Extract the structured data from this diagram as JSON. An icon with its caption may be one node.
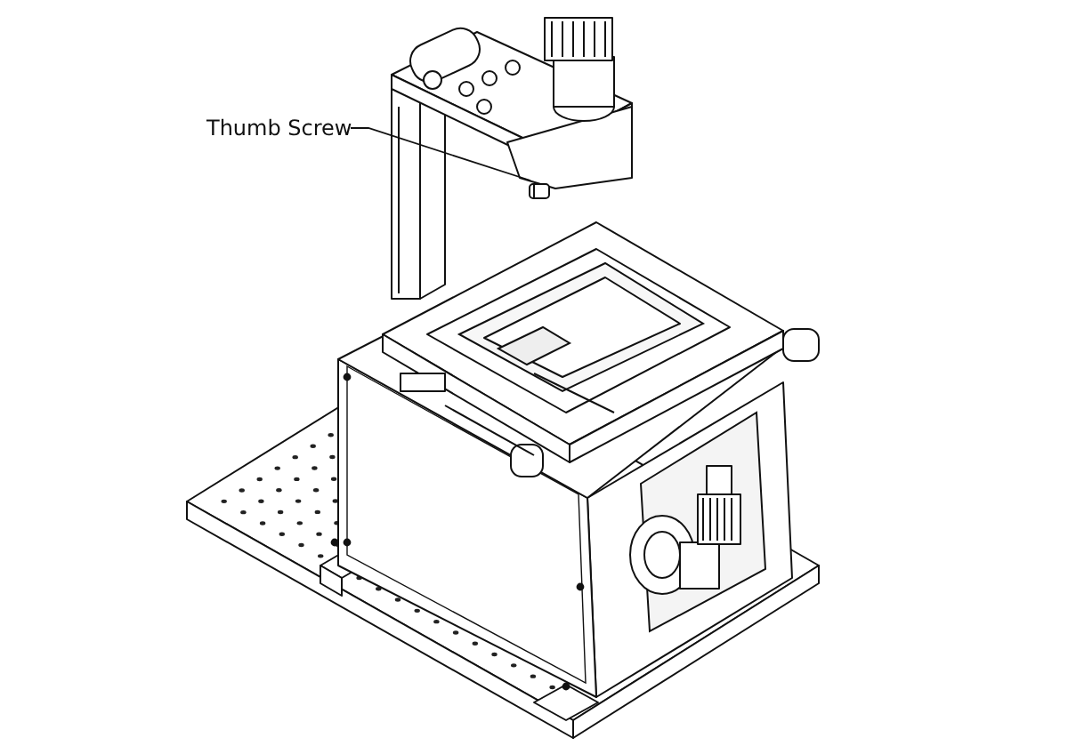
{
  "diagram": {
    "nodes": [
      {
        "text": [
          "Thumb Screw"
        ]
      },
      {
        "text": [],
        "shape": "picture"
      }
    ],
    "edges": [
      {
        "from": 0,
        "to": 1,
        "arrow": "none"
      }
    ]
  }
}
